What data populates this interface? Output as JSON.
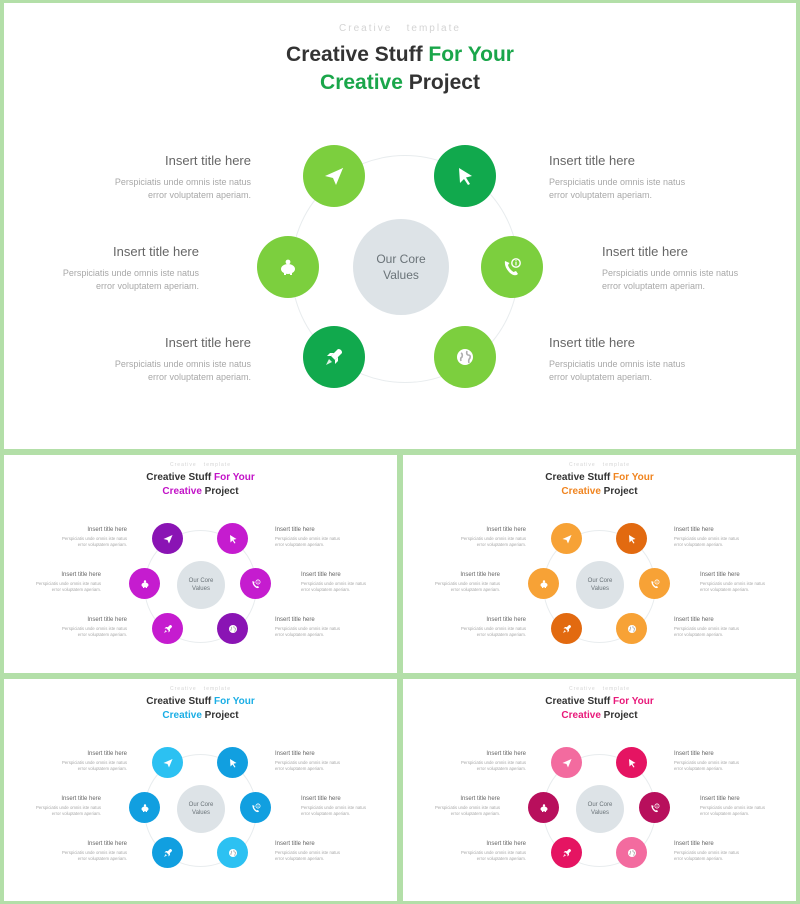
{
  "tagline": "Creative   template",
  "headline": {
    "part1": "Creative Stuff ",
    "part2": "For Your",
    "part3": "Creative",
    "part4": " Project"
  },
  "core_label": [
    "Our Core",
    "Values"
  ],
  "item_title": "Insert title here",
  "item_desc": [
    "Perspiciatis unde omnis  iste natus",
    "error voluptatem  aperiam."
  ],
  "nodes": [
    {
      "position": "top-left",
      "icon": "paper-plane-icon"
    },
    {
      "position": "top-right",
      "icon": "cursor-pointer-icon"
    },
    {
      "position": "middle-left",
      "icon": "piggy-bank-icon"
    },
    {
      "position": "middle-right",
      "icon": "phone-info-icon"
    },
    {
      "position": "bottom-left",
      "icon": "rocket-icon"
    },
    {
      "position": "bottom-right",
      "icon": "globe-icon"
    }
  ],
  "slides": [
    {
      "name": "green",
      "accent": "#1aa64a",
      "colors": [
        "#7ccf3e",
        "#11a94d",
        "#7ccf3e",
        "#7ccf3e",
        "#11a94d",
        "#7ccf3e"
      ]
    },
    {
      "name": "purple",
      "accent": "#c212c7",
      "colors": [
        "#8a14b4",
        "#c51ccf",
        "#c51ccf",
        "#c51ccf",
        "#c51ccf",
        "#8a14b4"
      ]
    },
    {
      "name": "orange",
      "accent": "#f0841f",
      "colors": [
        "#f7a236",
        "#e26a10",
        "#f7a236",
        "#f7a236",
        "#e26a10",
        "#f7a236"
      ]
    },
    {
      "name": "blue",
      "accent": "#1aaee5",
      "colors": [
        "#2cc1f2",
        "#119fe0",
        "#119fe0",
        "#119fe0",
        "#119fe0",
        "#2cc1f2"
      ]
    },
    {
      "name": "pink",
      "accent": "#e8197a",
      "colors": [
        "#f36b9f",
        "#e51462",
        "#b80f5c",
        "#b80f5c",
        "#e51462",
        "#f36b9f"
      ]
    }
  ]
}
